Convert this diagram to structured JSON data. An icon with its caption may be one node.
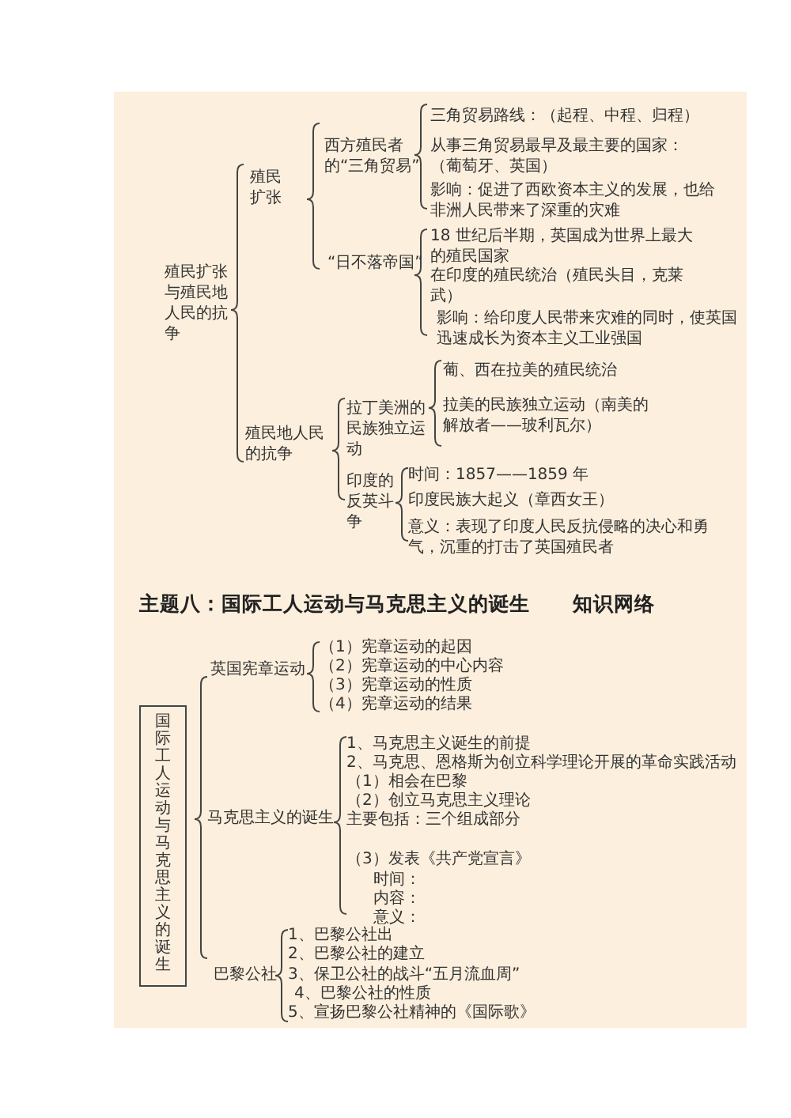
{
  "diagram": {
    "nodes": [
      {
        "text": [
          "国际工人运动与马克思主义的诞生"
        ]
      }
    ],
    "labels": [
      "殖民扩张与殖民地人民的抗争",
      "殖民扩张",
      "西方殖民者的“三角贸易”",
      "三角贸易路线：（起程、中程、归程）",
      "从事三角贸易最早及最主要的国家：（葡萄牙、英国）",
      "影响：促进了西欧资本主义的发展，也给非洲人民带来了深重的灾难",
      "18 世纪后半期，英国成为世界上最大的殖民国家",
      "“日不落帝国”",
      "在印度的殖民统治（殖民头目，克莱武）",
      "影响：给印度人民带来灾难的同时，使英国迅速成长为资本主义工业强国",
      "殖民地人民的抗争",
      "拉丁美洲的民族独立运动",
      "葡、西在拉美的殖民统治",
      "拉美的民族独立运动（南美的解放者——玻利瓦尔）",
      "印度的反英斗争",
      "时间：1857——1859 年",
      "印度民族大起义（章西女王）",
      "意义：表现了印度人民反抗侵略的决心和勇气，沉重的打击了英国殖民者",
      "主题八：国际工人运动与马克思主义的诞生",
      "知识网络",
      "英国宪章运动",
      "（1）宪章运动的起因",
      "（2）宪章运动的中心内容",
      "（3）宪章运动的性质",
      "（4）宪章运动的结果",
      "1、马克思主义诞生的前提",
      "2、马克思、恩格斯为创立科学理论开展的革命实践活动",
      "（1）相会在巴黎",
      "马克思主义的诞生",
      "（2）创立马克思主义理论",
      "主要包括：三个组成部分",
      "（3）发表《共产党宣言》",
      "时间：",
      "内容：",
      "意义：",
      "1、巴黎公社出",
      "2、巴黎公社的建立",
      "巴黎公社",
      "3、保卫公社的战斗“五月流血周”",
      "4、巴黎公社的性质",
      "5、宣扬巴黎公社精神的《国际歌》"
    ]
  }
}
